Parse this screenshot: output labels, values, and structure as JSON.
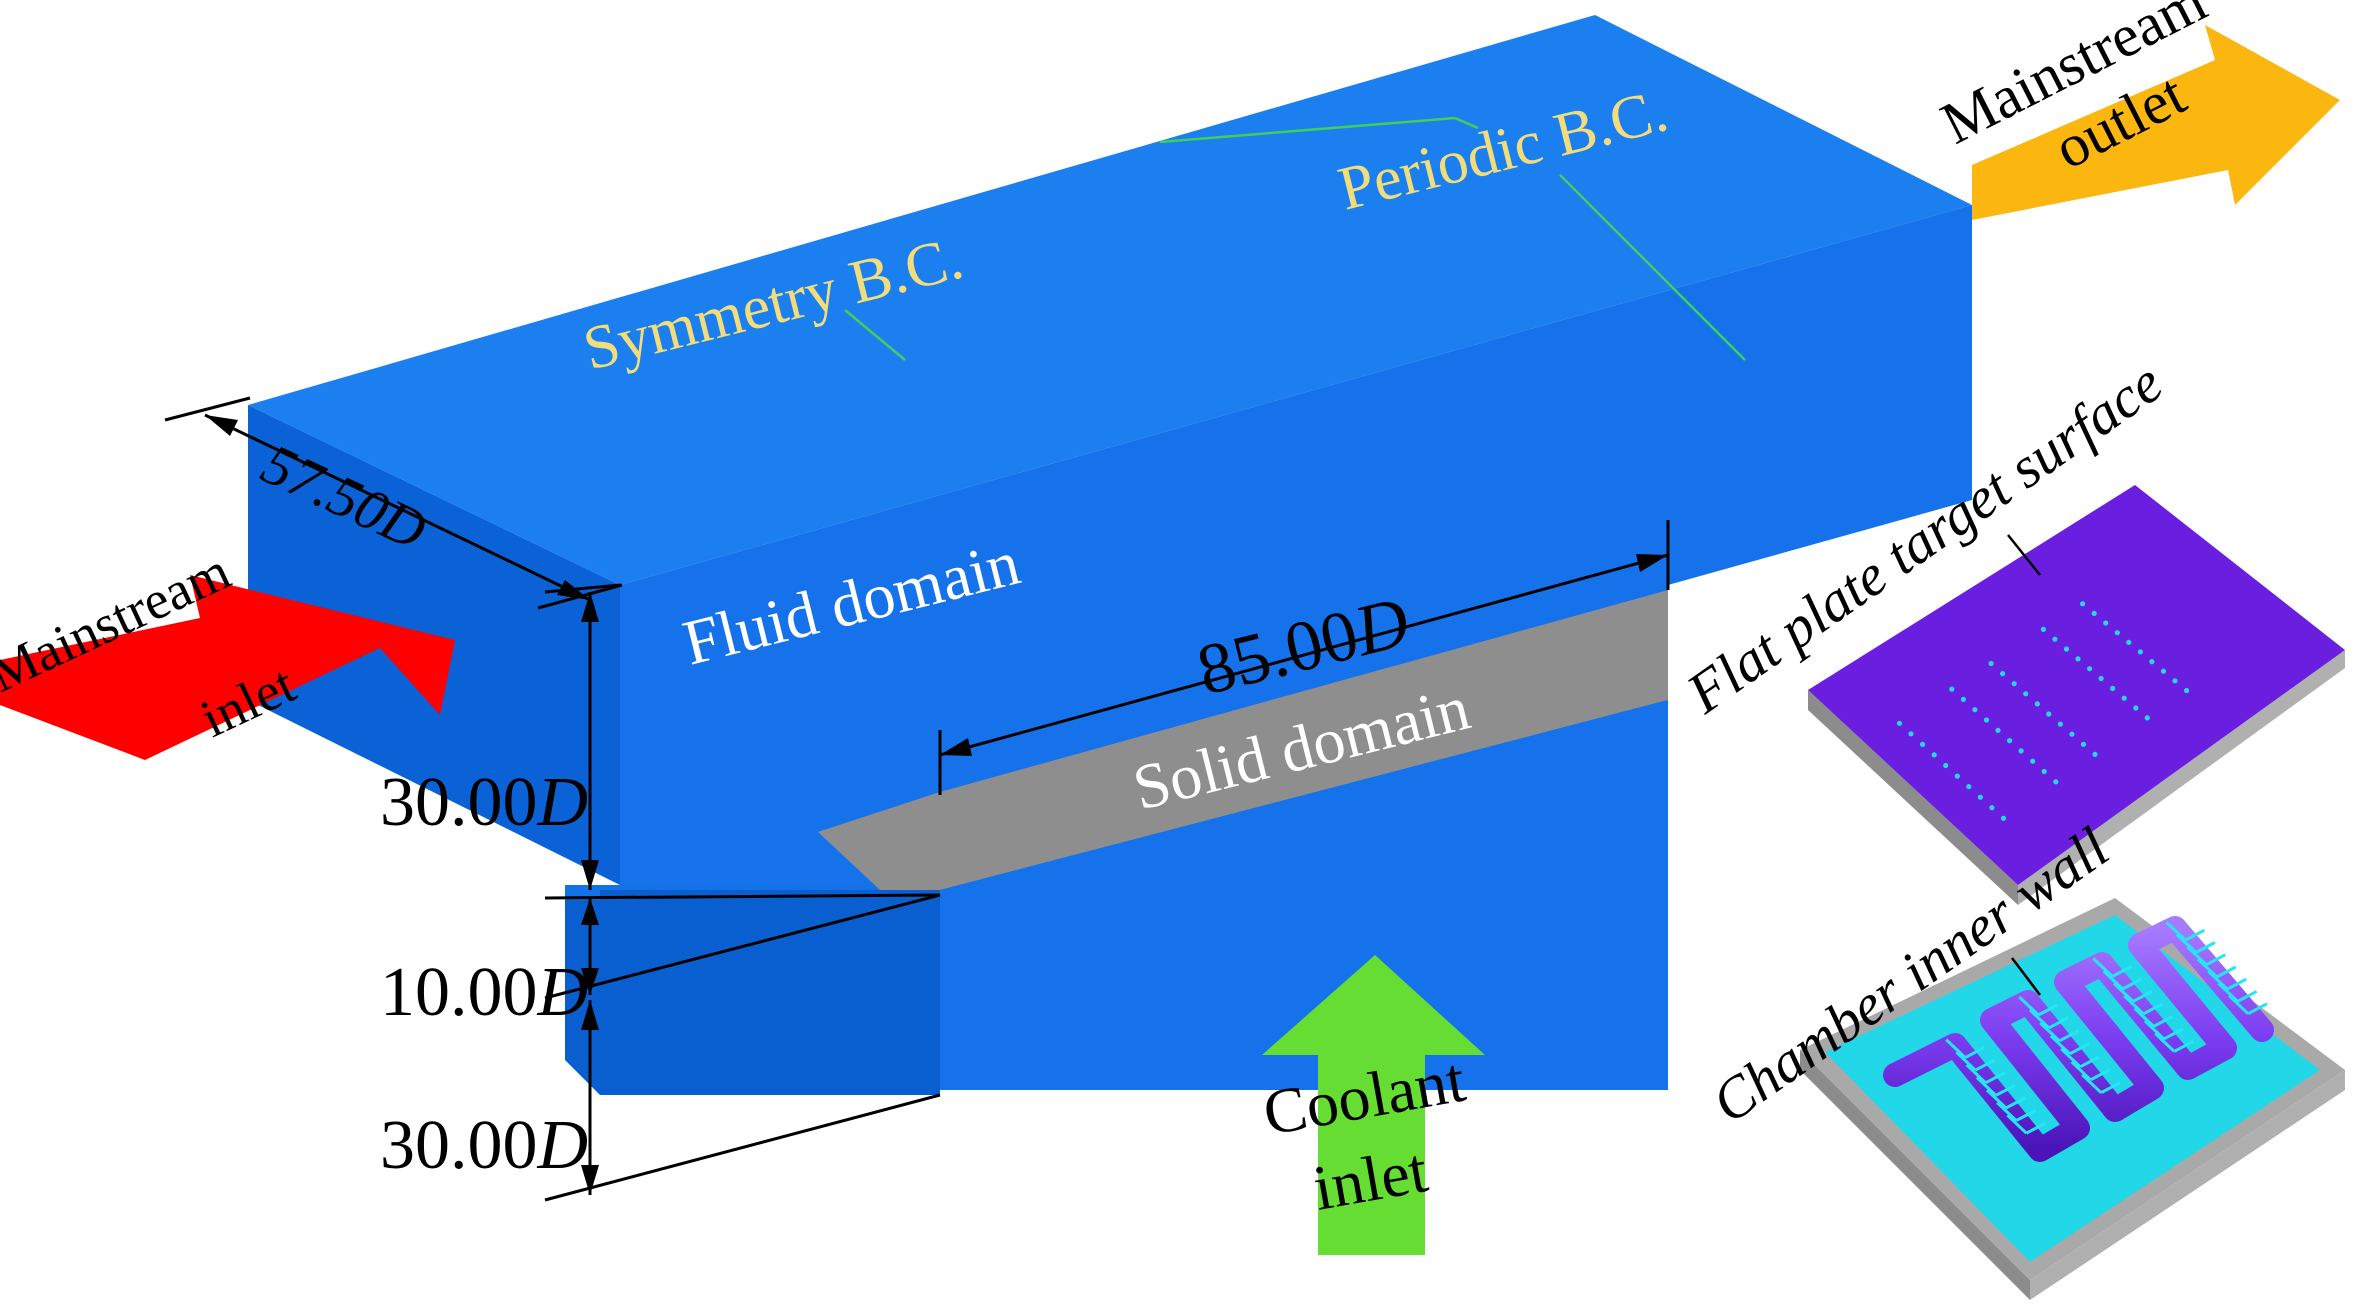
{
  "labels": {
    "symmetry_bc": "Symmetry B.C.",
    "periodic_bc": "Periodic B.C.",
    "mainstream_outlet_line1": "Mainstream",
    "mainstream_outlet_line2": "outlet",
    "mainstream_inlet_line1": "Mainstream",
    "mainstream_inlet_line2": "inlet",
    "fluid_domain": "Fluid domain",
    "solid_domain": "Solid domain",
    "coolant_inlet_line1": "Coolant",
    "coolant_inlet_line2": "inlet",
    "flat_plate_target_surface": "Flat plate target surface",
    "chamber_inner_wall": "Chamber inner wall"
  },
  "dimensions": {
    "width": {
      "value": "57.50",
      "unit": "D"
    },
    "length": {
      "value": "85.00",
      "unit": "D"
    },
    "fluid_height": {
      "value": "30.00",
      "unit": "D"
    },
    "solid_height": {
      "value": "10.00",
      "unit": "D"
    },
    "chamber_height": {
      "value": "30.00",
      "unit": "D"
    }
  },
  "colors": {
    "domain_top": "#1c7ff0",
    "domain_front": "#1672ea",
    "domain_side": "#0a5fd0",
    "solid": "#8e8e8e",
    "mainstream_inlet_arrow": "#ff0000",
    "mainstream_outlet_arrow": "#fbb710",
    "coolant_arrow": "#66dd33",
    "target_surface": "#6a1fe0",
    "holes": "#25d8f0",
    "chamber_floor": "#22d8e8",
    "serpentine": "#7b3cf0",
    "wall_gray": "#a9a9a9"
  }
}
